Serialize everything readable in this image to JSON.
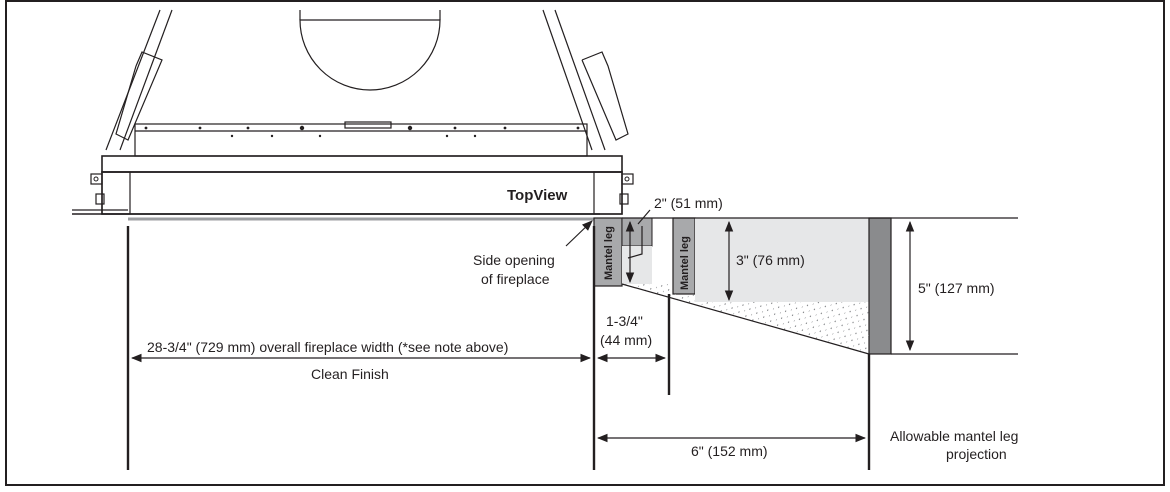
{
  "title_label": "TopView",
  "labels": {
    "side_opening_line1": "Side opening",
    "side_opening_line2": "of fireplace",
    "dim_2in": "2\" (51 mm)",
    "dim_3in": "3\" (76 mm)",
    "dim_5in": "5\" (127 mm)",
    "dim_1_3_4_line1": "1-3/4\"",
    "dim_1_3_4_line2": "(44 mm)",
    "dim_overall": "28-3/4\" (729 mm) overall fireplace width (*see note above)",
    "clean_finish": "Clean Finish",
    "dim_6in": "6\" (152 mm)",
    "allowable_line1": "Allowable mantel leg",
    "allowable_line2": "projection",
    "mantel_leg_1": "Mantel leg",
    "mantel_leg_2": "Mantel leg"
  },
  "colors": {
    "ink": "#231f20",
    "leg_gray": "#a8a9ab",
    "dark_leg": "#8a8b8d",
    "zone_fill": "#e6e7e8",
    "hatch": "#808285"
  }
}
